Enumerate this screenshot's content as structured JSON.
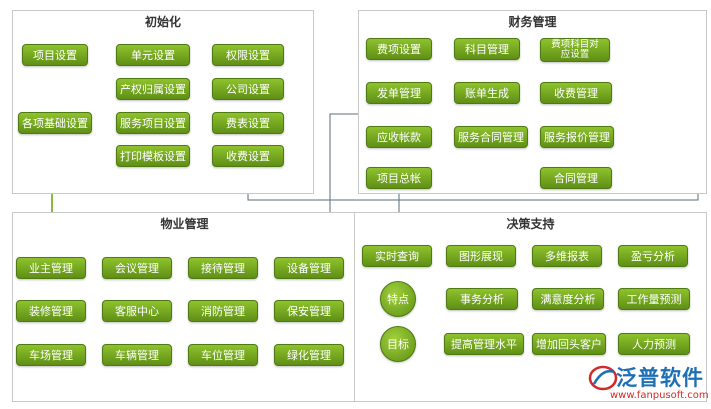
{
  "panels": {
    "init": "初始化",
    "finance": "财务管理",
    "property": "物业管理",
    "decision": "决策支持"
  },
  "nodes": {
    "xmsz": "项目设置",
    "dysz": "单元设置",
    "qxsz": "权限设置",
    "cqgssz": "产权归属设置",
    "gssz": "公司设置",
    "gxjcsz": "各项基础设置",
    "fwxmsz": "服务项目设置",
    "fbsz": "费表设置",
    "dymbsz": "打印模板设置",
    "sfsz": "收费设置",
    "fxsz": "费项设置",
    "kmgl": "科目管理",
    "fxkmdysz": "费项科目对应设置",
    "fdgl": "发单管理",
    "zdsc": "账单生成",
    "sfgl": "收费管理",
    "yszk": "应收帐款",
    "fwhtgl": "服务合同管理",
    "fwbjgl": "服务报价管理",
    "xmzz": "项目总帐",
    "htgl": "合同管理",
    "yzgl": "业主管理",
    "hygl": "会议管理",
    "jdgl": "接待管理",
    "sbgl": "设备管理",
    "zxgl": "装修管理",
    "kfzx": "客服中心",
    "xfgl": "消防管理",
    "bagl": "保安管理",
    "ccgl": "车场管理",
    "clgl": "车辆管理",
    "cwgl": "车位管理",
    "lhgl": "绿化管理",
    "sscx": "实时查询",
    "txzx": "图形展现",
    "dwbb": "多维报表",
    "ykfx": "盈亏分析",
    "td": "特点",
    "swfx": "事务分析",
    "mydfx": "满意度分析",
    "gzlyc": "工作量预测",
    "mb": "目标",
    "tgglsp": "提高管理水平",
    "zjhtkh": "增加回头客户",
    "rlyc": "人力预测"
  },
  "logo": {
    "name": "泛普软件",
    "url": "www.fanpusoft.com"
  },
  "colors": {
    "node_fill": "#7aaa22",
    "arrow": "#8bb840",
    "link_line": "#5a6e7a",
    "panel_border": "#c9c9c9"
  }
}
